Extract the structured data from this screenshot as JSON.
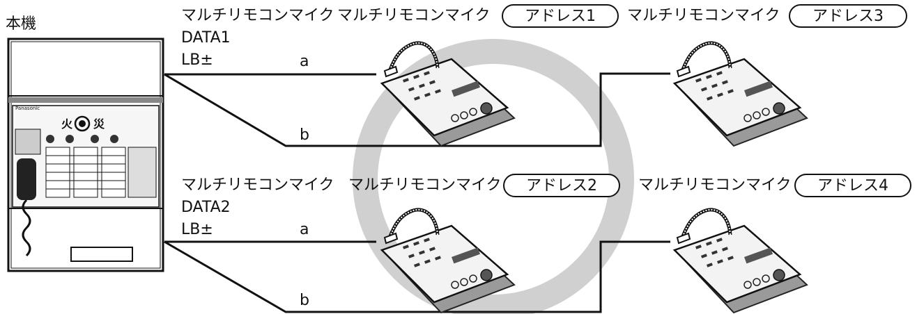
{
  "main_unit": {
    "label": "本機"
  },
  "group1": {
    "source_label": "マルチリモコンマイク",
    "data_label": "DATA1",
    "lb_label": "LB±",
    "line_a": "a",
    "line_b": "b",
    "mic1": {
      "label": "マルチリモコンマイク",
      "address": "アドレス1"
    },
    "mic2": {
      "label": "マルチリモコンマイク",
      "address": "アドレス3"
    }
  },
  "group2": {
    "source_label": "マルチリモコンマイク",
    "data_label": "DATA2",
    "lb_label": "LB±",
    "line_a": "a",
    "line_b": "b",
    "mic1": {
      "label": "マルチリモコンマイク",
      "address": "アドレス2"
    },
    "mic2": {
      "label": "マルチリモコンマイク",
      "address": "アドレス4"
    }
  },
  "panel": {
    "fire_left": "火",
    "fire_right": "災",
    "brand": "Panasonic"
  },
  "colors": {
    "line": "#111111",
    "ring": "#d0d0d0"
  }
}
